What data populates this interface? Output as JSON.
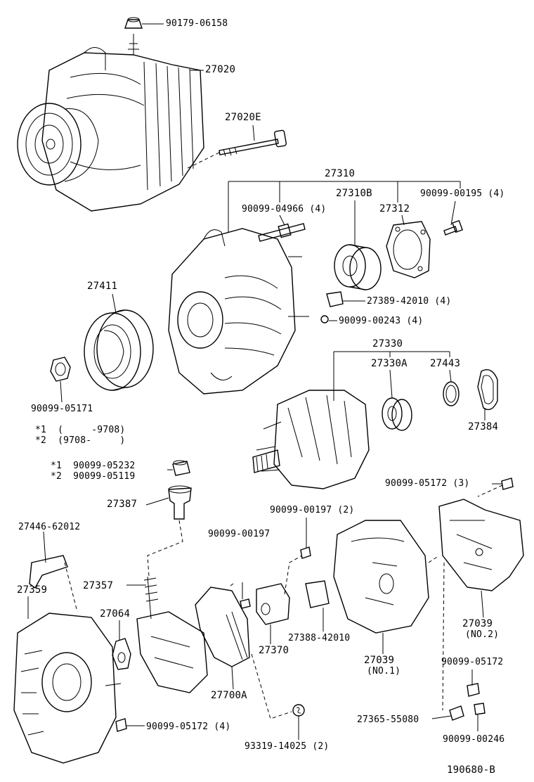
{
  "diagram": {
    "labels": {
      "p90179_06158": "90179-06158",
      "p27020": "27020",
      "p27020E": "27020E",
      "p27310": "27310",
      "p90099_04966": "90099-04966 (4)",
      "p27310B": "27310B",
      "p27312": "27312",
      "p90099_00195": "90099-00195 (4)",
      "p27411": "27411",
      "p27389_42010": "27389-42010 (4)",
      "p90099_00243": "90099-00243 (4)",
      "p27330": "27330",
      "p27330A": "27330A",
      "p27443": "27443",
      "p90099_05171": "90099-05171",
      "p27384": "27384",
      "note1": "*1  (     -9708)",
      "note2": "*2  (9708-     )",
      "p90099_05232": "*1  90099-05232",
      "p90099_05119": "*2  90099-05119",
      "p90099_05172_3": "90099-05172 (3)",
      "p27387": "27387",
      "p90099_00197_2": "90099-00197 (2)",
      "p27446_62012": "27446-62012",
      "p90099_00197": "90099-00197",
      "p27357": "27357",
      "p27359": "27359",
      "p27064": "27064",
      "p27370": "27370",
      "p27388_42010": "27388-42010",
      "p27039_no1": "27039",
      "no1": "(NO.1)",
      "p27039_no2": "27039",
      "no2": "(NO.2)",
      "p27700A": "27700A",
      "p90099_05172_b": "90099-05172",
      "p27365_55080": "27365-55080",
      "p90099_05172_4": "90099-05172 (4)",
      "p93319_14025": "93319-14025 (2)",
      "p90099_00246": "90099-00246",
      "figure_id": "190680-B"
    }
  }
}
